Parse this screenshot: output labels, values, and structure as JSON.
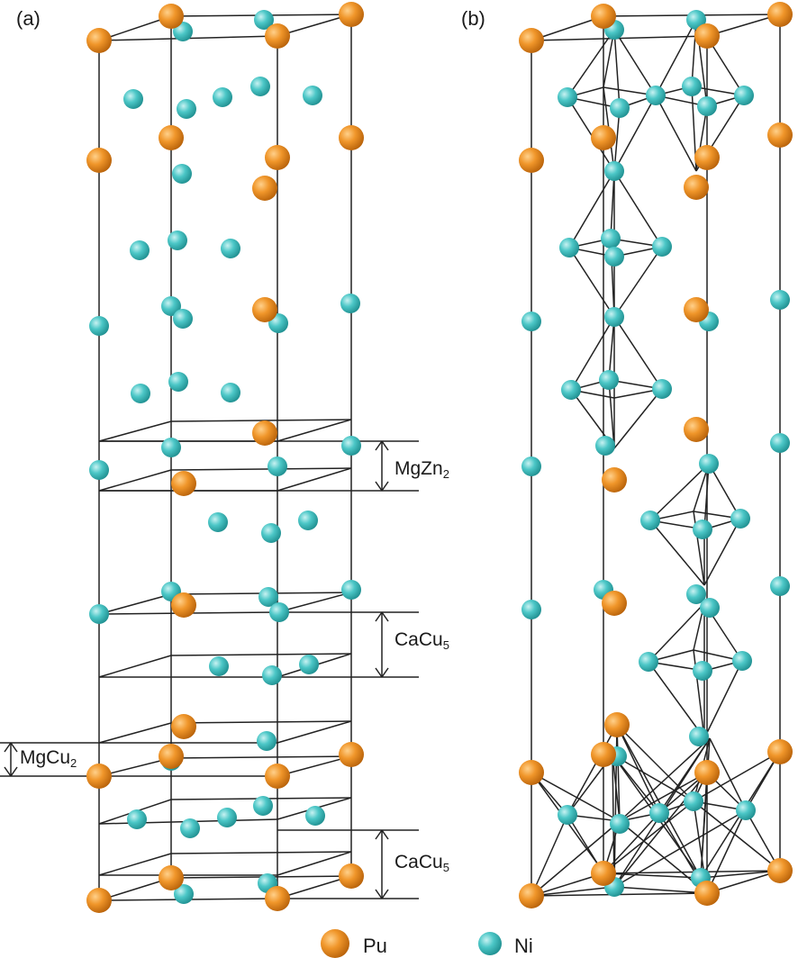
{
  "panels": {
    "a_label": "(a)",
    "b_label": "(b)"
  },
  "block_labels": {
    "mgzn2": {
      "base": "MgZn",
      "sub": "2"
    },
    "cacu5_upper": {
      "base": "CaCu",
      "sub": "5"
    },
    "mgcu2": {
      "base": "MgCu",
      "sub": "2"
    },
    "cacu5_lower": {
      "base": "CaCu",
      "sub": "5"
    }
  },
  "legend": [
    {
      "label": "Pu",
      "color": "#e8891c"
    },
    {
      "label": "Ni",
      "color": "#3cbcbc"
    }
  ],
  "colors": {
    "pu": "#e8891c",
    "ni": "#3cbcbc",
    "line": "#222222"
  }
}
